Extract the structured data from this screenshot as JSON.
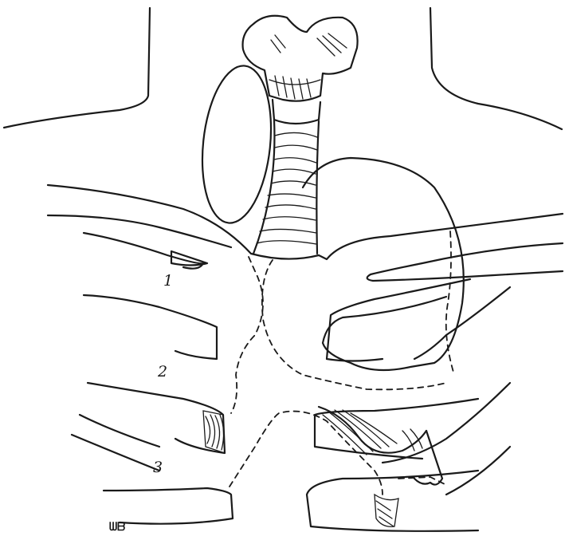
{
  "figure": {
    "rib_labels": [
      "1",
      "2",
      "3"
    ],
    "signature_mark": "ᗯᗷ"
  }
}
